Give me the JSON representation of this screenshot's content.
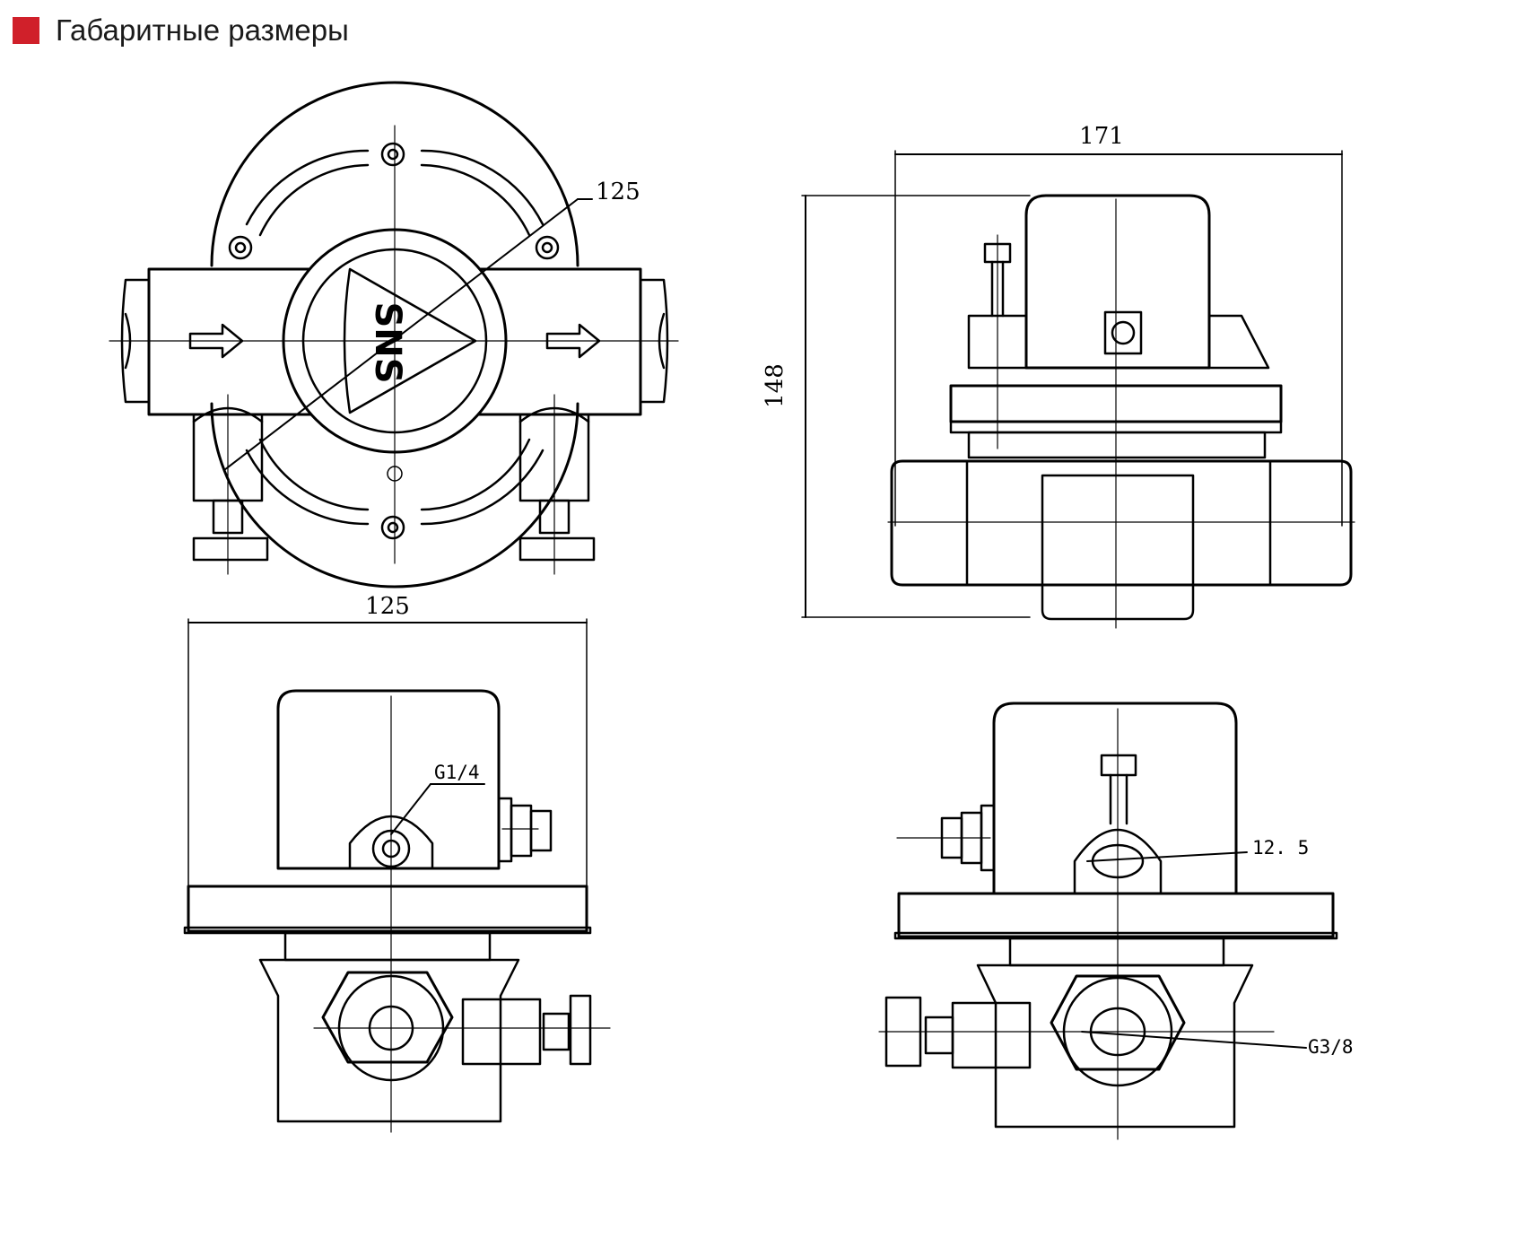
{
  "header": {
    "title": "Габаритные размеры",
    "accent_color": "#d0202a",
    "icon": "red-square-icon"
  },
  "drawing": {
    "logo_text": "SNS",
    "dimensions": {
      "top_view_diameter": "125",
      "side_view_width": "171",
      "side_view_height": "148",
      "front_view_width": "125",
      "front_view_port": "G1/4",
      "right_view_hole": "12. 5",
      "right_view_port": "G3/8"
    }
  }
}
